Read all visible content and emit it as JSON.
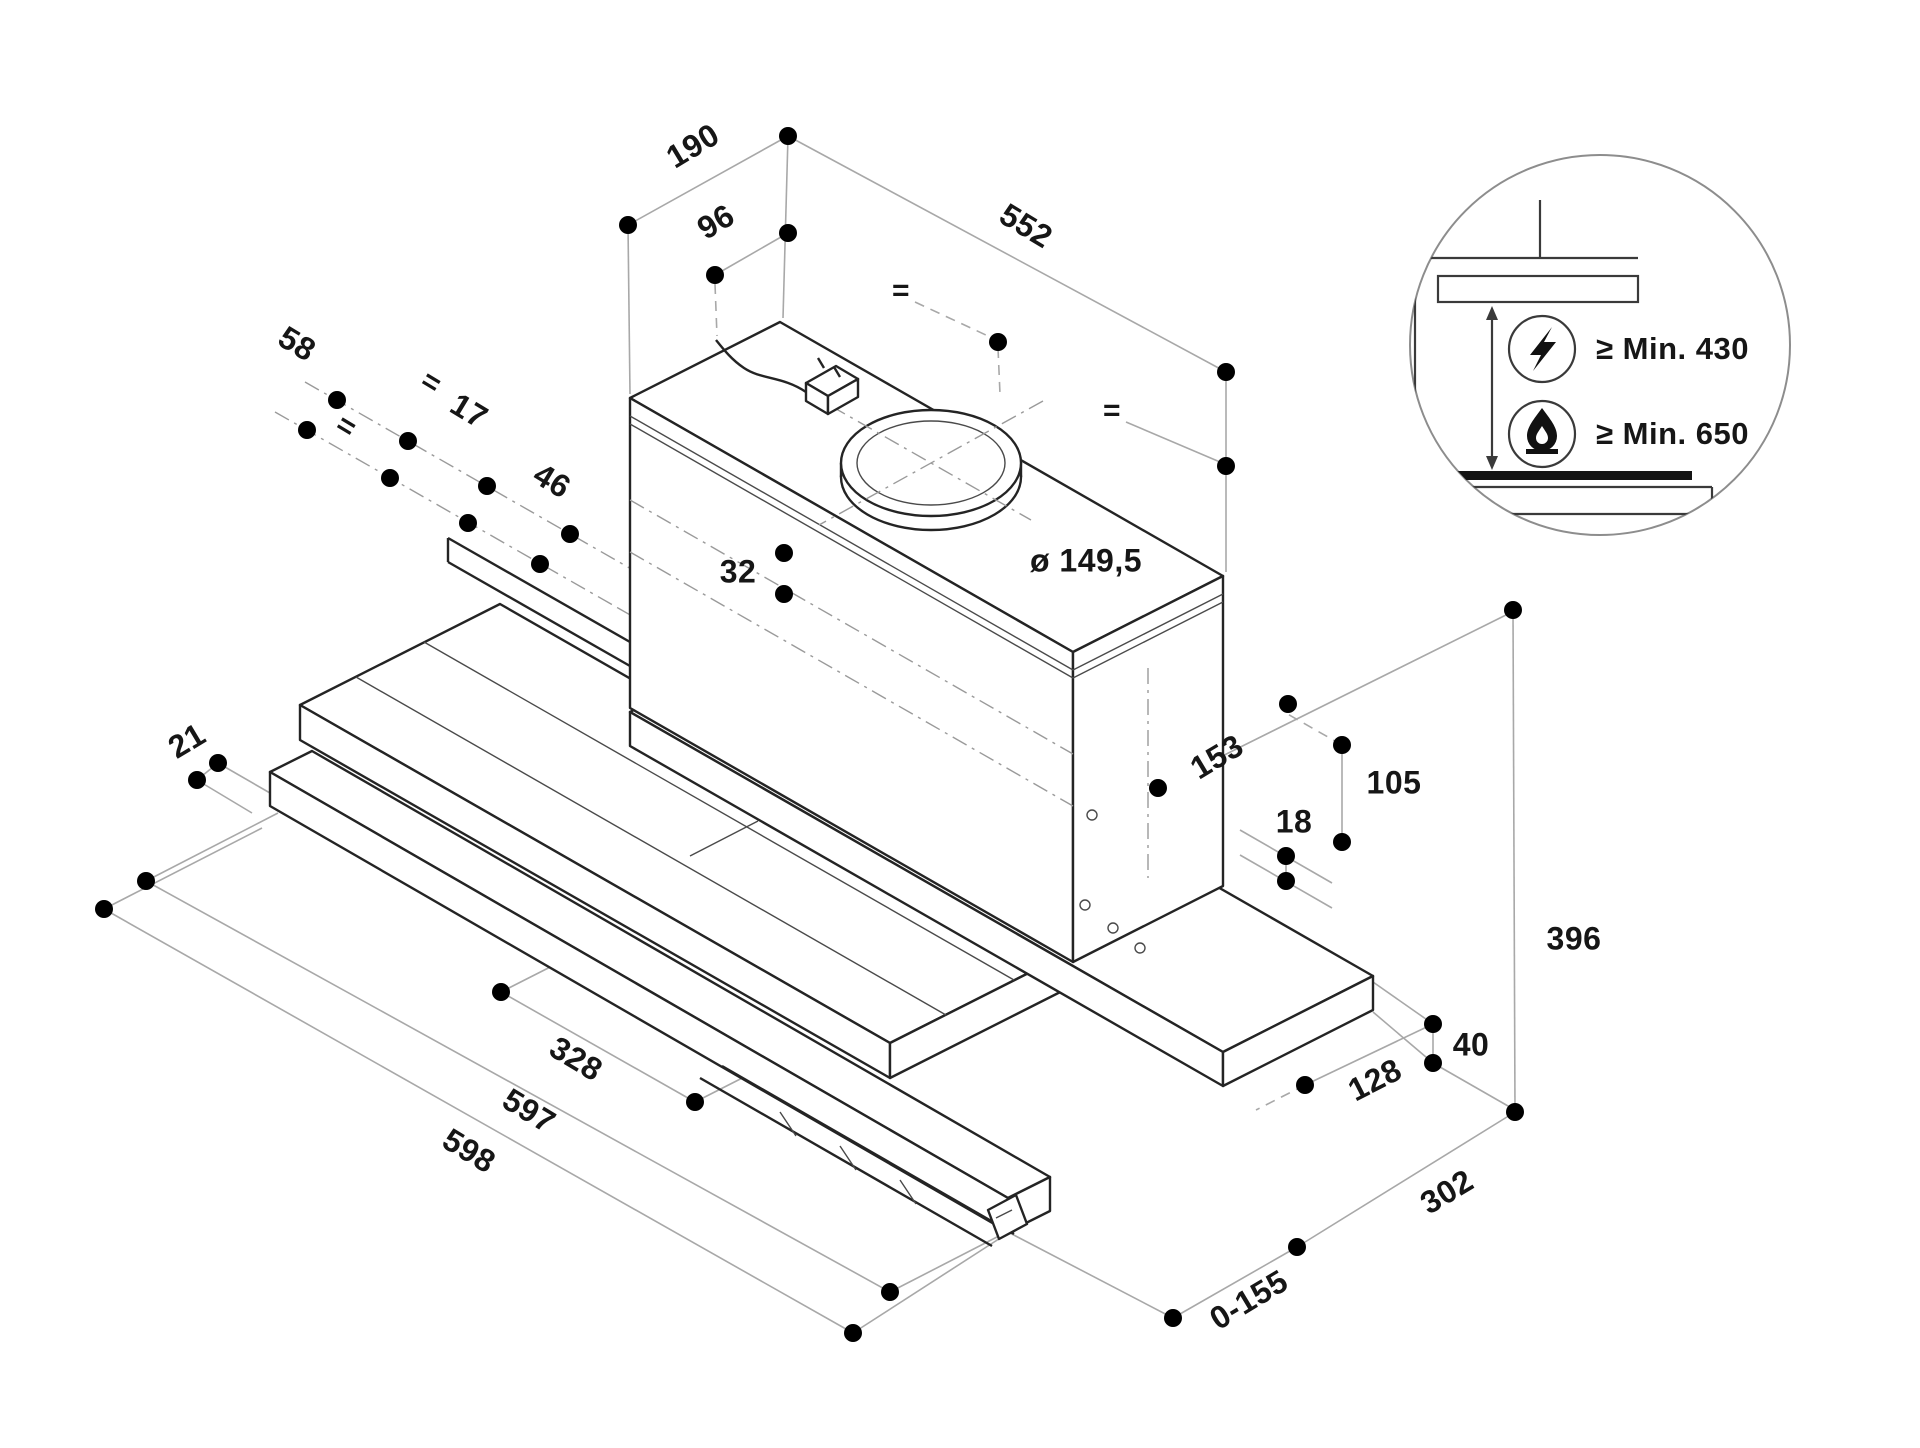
{
  "drawing_type": "cooker-hood installation dimensional diagram",
  "labels": {
    "d190": "190",
    "d552": "552",
    "d96": "96",
    "d58": "58",
    "d17": "17",
    "d46": "46",
    "d32": "32",
    "duct_diameter": "ø 149,5",
    "d153": "153",
    "d105": "105",
    "d18": "18",
    "d396": "396",
    "d40": "40",
    "d128": "128",
    "d302": "302",
    "d21": "21",
    "d328": "328",
    "d597": "597",
    "d598": "598",
    "d0_155": "0-155",
    "eq_top": "=",
    "eq_right": "=",
    "eq_left_a": "=",
    "eq_left_b": "="
  },
  "inset": {
    "electric_clearance": "≥ Min. 430",
    "gas_clearance": "≥ Min. 650"
  },
  "colors": {
    "background": "#ffffff",
    "object_line": "#242424",
    "dimension_line": "#a8a8a8",
    "dot": "#000000"
  }
}
